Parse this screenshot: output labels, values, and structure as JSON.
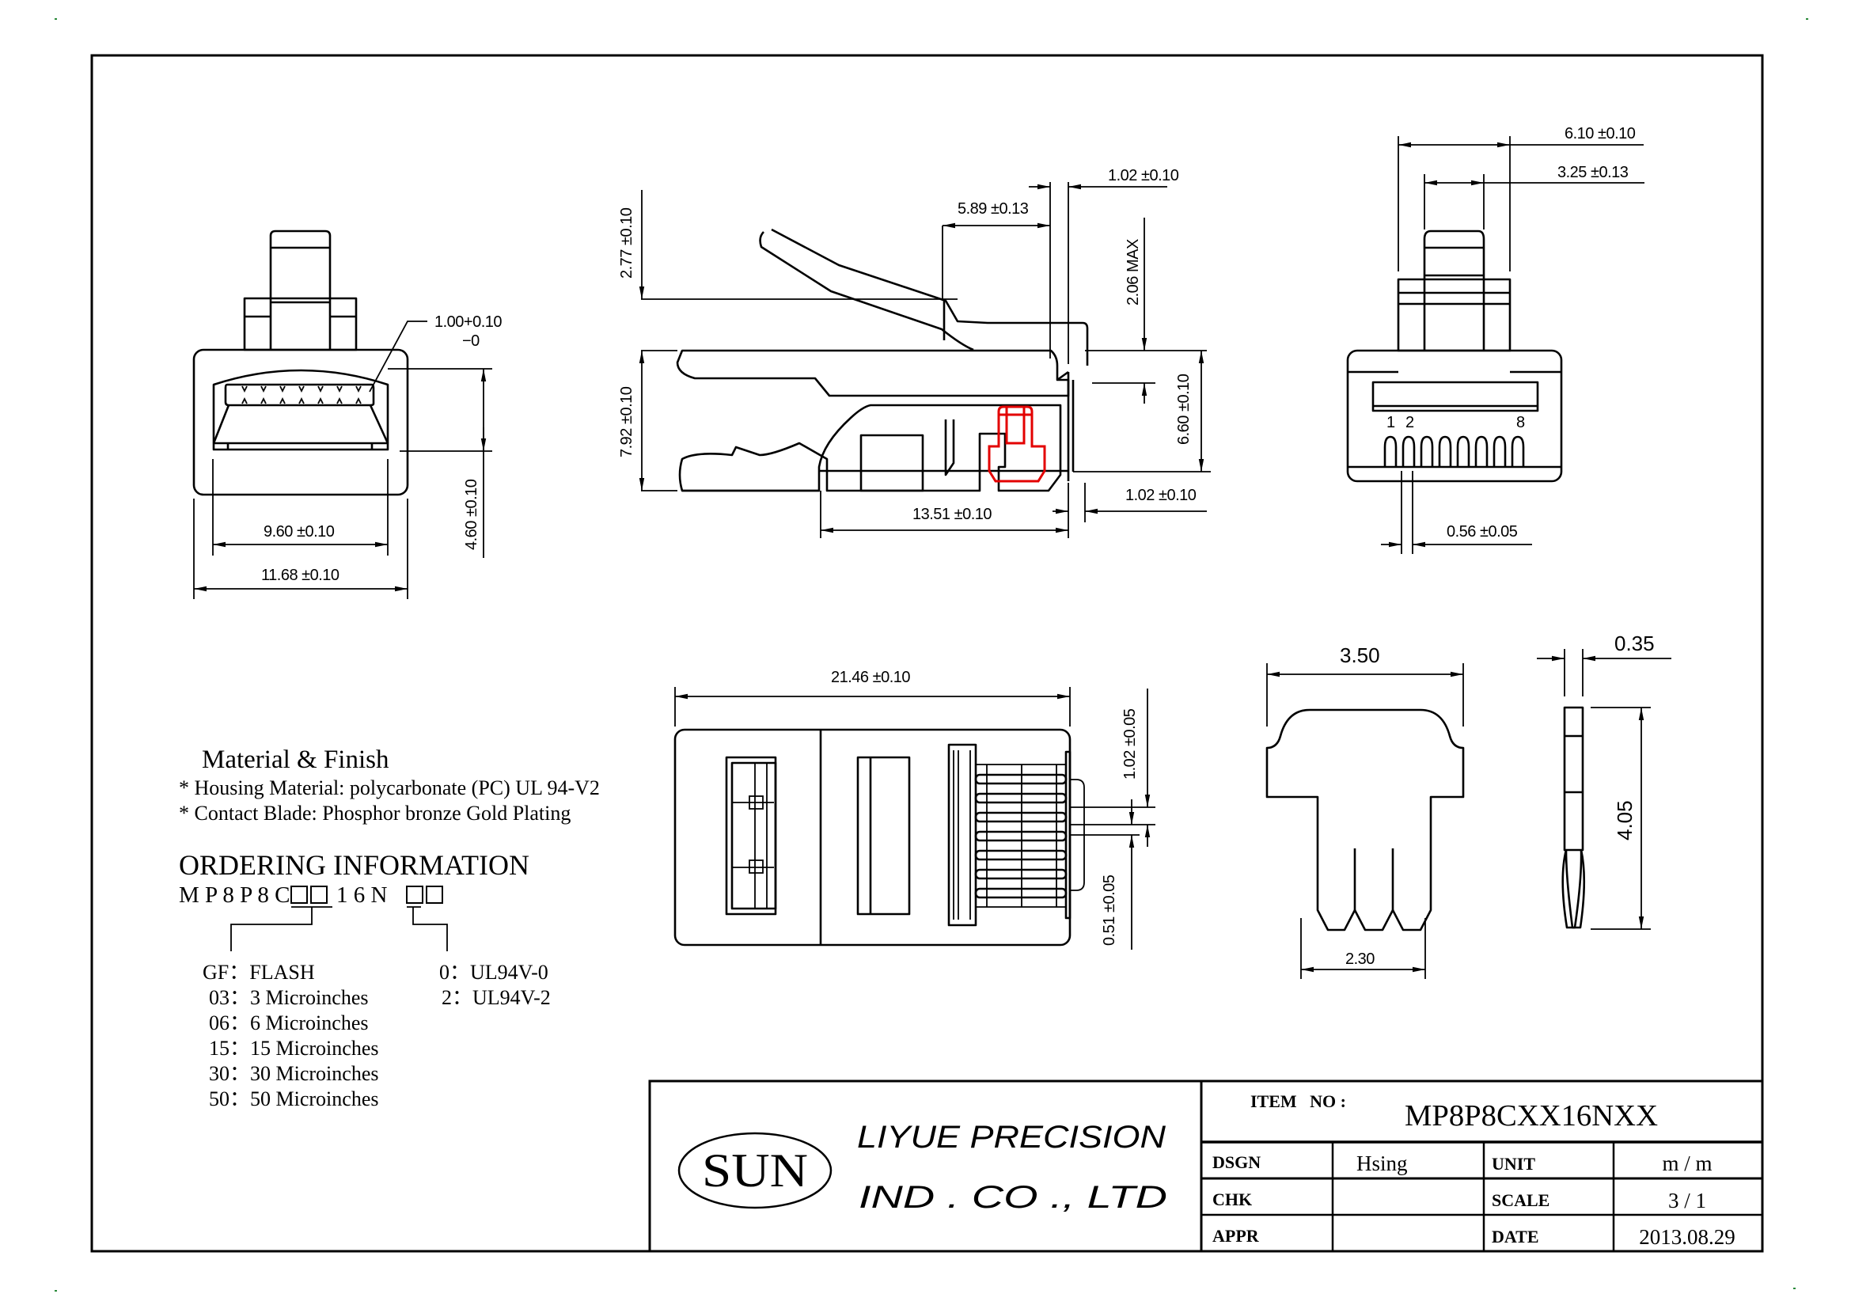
{
  "sheet": {
    "border_color": "#000000",
    "highlight_color": "#e30000"
  },
  "front_view": {
    "dims": {
      "contact_height": "1.00+0.10",
      "contact_height_minus": "−0",
      "inner_width": "9.60 ±0.10",
      "outer_width": "11.68 ±0.10",
      "height": "4.60 ±0.10"
    }
  },
  "side_view": {
    "dims": {
      "latch_height": "2.77 ±0.10",
      "total_height": "7.92 ±0.10",
      "latch_span": "5.89 ±0.13",
      "top_offset": "1.02 ±0.10",
      "latch_max": "2.06  MAX",
      "body_height": "6.60 ±0.10",
      "bottom_offset": "1.02 ±0.10",
      "contact_length": "13.51 ±0.10"
    }
  },
  "rear_view": {
    "dims": {
      "shoulder_width": "6.10 ±0.10",
      "latch_width": "3.25 ±0.13",
      "pin_pitch": "0.56 ±0.05"
    },
    "pin_labels": [
      "1",
      "2",
      "8"
    ]
  },
  "top_view": {
    "dims": {
      "length": "21.46 ±0.10",
      "pitch": "1.02 ±0.05",
      "blade_thickness": "0.51 ±0.05"
    }
  },
  "blade_front": {
    "dims": {
      "width": "3.50",
      "tine_width": "2.30"
    }
  },
  "blade_side": {
    "dims": {
      "thickness": "0.35",
      "height": "4.05"
    }
  },
  "material": {
    "heading": "Material & Finish",
    "lines": [
      "* Housing Material: polycarbonate (PC) UL 94-V2",
      "* Contact Blade: Phosphor bronze Gold Plating"
    ]
  },
  "ordering": {
    "heading": "ORDERING INFORMATION",
    "code_prefix": "M P 8 P 8 C",
    "code_mid": "1 6 N",
    "plating_options": [
      {
        "code": "GF",
        "desc": "FLASH"
      },
      {
        "code": "03",
        "desc": "3 Microinches"
      },
      {
        "code": "06",
        "desc": "6 Microinches"
      },
      {
        "code": "15",
        "desc": "15 Microinches"
      },
      {
        "code": "30",
        "desc": "30 Microinches"
      },
      {
        "code": "50",
        "desc": "50 Microinches"
      }
    ],
    "flammability_options": [
      {
        "code": "0",
        "desc": "UL94V-0"
      },
      {
        "code": "2",
        "desc": "UL94V-2"
      }
    ],
    "separator": "："
  },
  "title_block": {
    "logo": "SUN",
    "company_line1": "LIYUE PRECISION",
    "company_line2": "IND . CO  .,  LTD",
    "item_no_label": "ITEM   NO :",
    "item_no_value": "MP8P8CXX16NXX",
    "rows": [
      {
        "label": "DSGN",
        "value": "Hsing",
        "label2": "UNIT",
        "value2": "m / m"
      },
      {
        "label": "CHK",
        "value": "",
        "label2": "SCALE",
        "value2": "3 / 1"
      },
      {
        "label": "APPR",
        "value": "",
        "label2": "DATE",
        "value2": "2013.08.29"
      }
    ]
  }
}
